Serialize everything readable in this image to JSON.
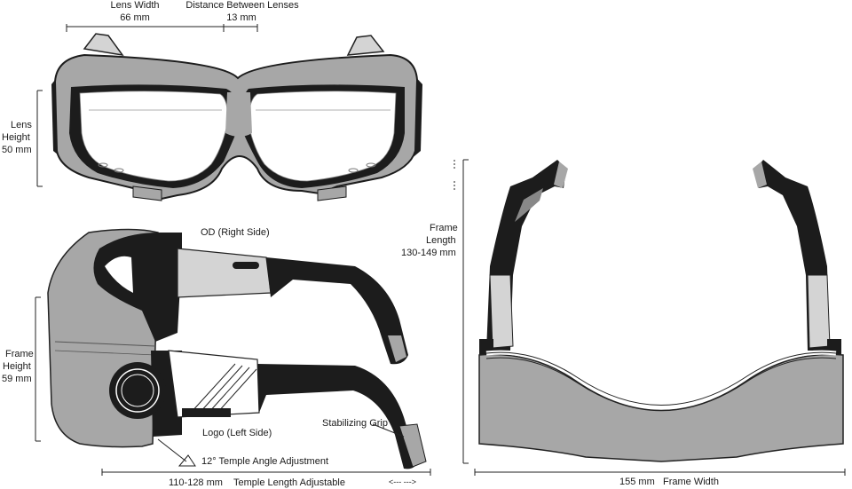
{
  "colors": {
    "frame_gray": "#a7a7a7",
    "frame_black": "#1c1c1c",
    "lens_white": "#ffffff",
    "light_gray": "#d4d4d4",
    "line": "#222222"
  },
  "front_view": {
    "lens_width_label": "Lens Width",
    "lens_width_value": "66 mm",
    "bridge_label": "Distance Between Lenses",
    "bridge_value": "13 mm",
    "lens_height_line1": "Lens",
    "lens_height_line2": "Height",
    "lens_height_value": "50 mm"
  },
  "side_view": {
    "od_label": "OD (Right Side)",
    "logo_label": "Logo (Left Side)",
    "frame_height_line1": "Frame",
    "frame_height_line2": "Height",
    "frame_height_value": "59 mm",
    "grip_label": "Stabilizing Grip",
    "angle_label": "12° Temple Angle Adjustment",
    "temple_length_value": "110-128 mm",
    "temple_length_label": "Temple Length Adjustable",
    "temple_arrows": "<---   --->"
  },
  "top_view": {
    "frame_length_line1": "Frame",
    "frame_length_line2": "Length",
    "frame_length_value": "130-149 mm",
    "frame_width_value": "155 mm",
    "frame_width_label": "Frame Width"
  }
}
